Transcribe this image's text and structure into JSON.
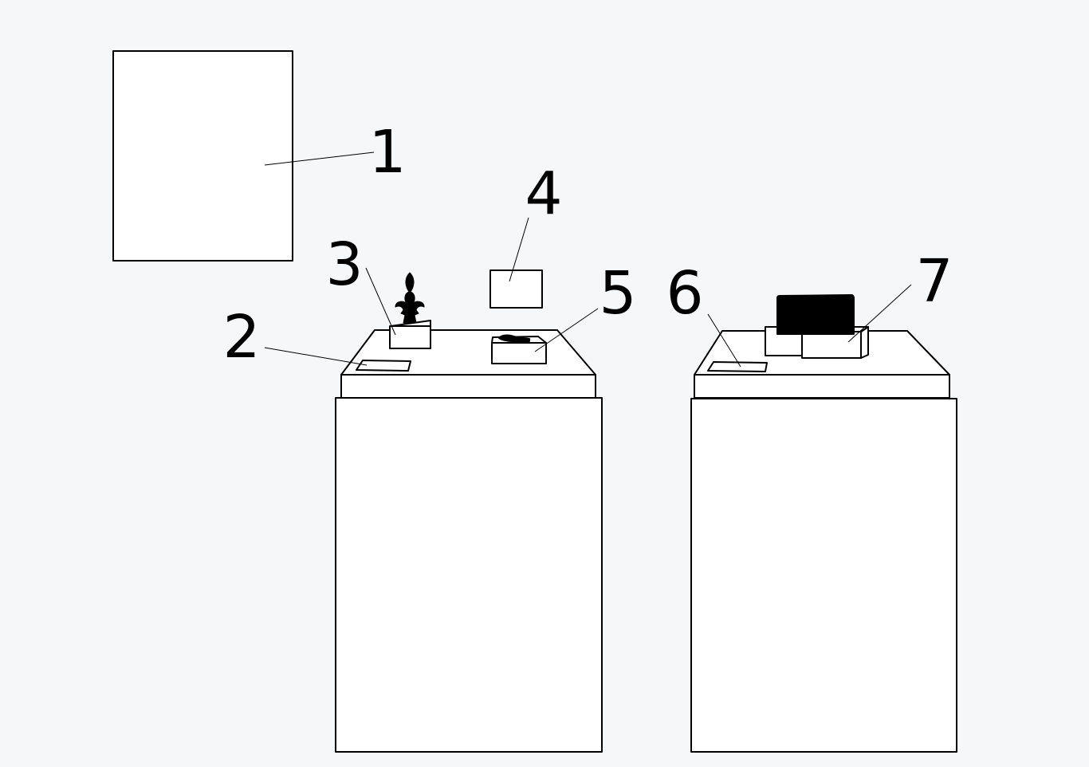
{
  "background_color": "#f6f7f9",
  "line_color": "#000000",
  "fill_color": "#ffffff",
  "object_color": "#000000",
  "callouts": [
    {
      "number": "1",
      "target": "wall-panel"
    },
    {
      "number": "2",
      "target": "left-pedestal-flat-card"
    },
    {
      "number": "3",
      "target": "statuette-base"
    },
    {
      "number": "4",
      "target": "wall-sign"
    },
    {
      "number": "5",
      "target": "tray-with-object"
    },
    {
      "number": "6",
      "target": "right-pedestal-flat-card"
    },
    {
      "number": "7",
      "target": "screen-stand"
    }
  ]
}
